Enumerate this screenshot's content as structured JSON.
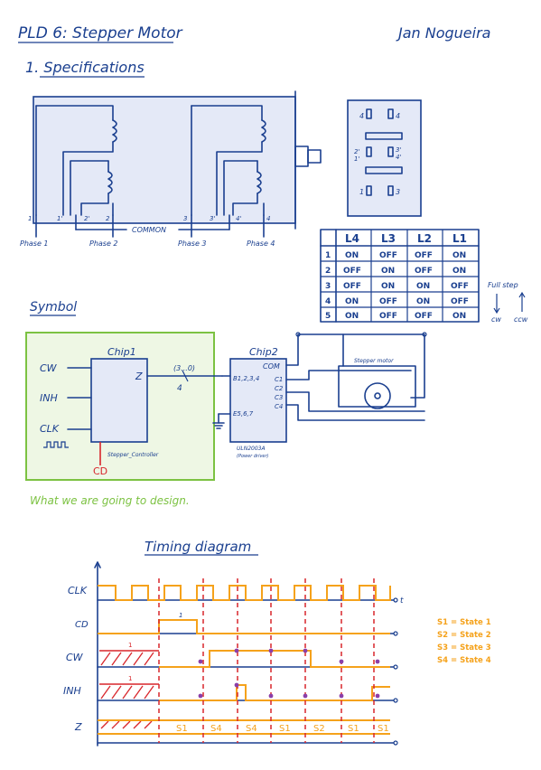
{
  "title": "PLD 6: Stepper Motor",
  "author": "Jan Nogueira",
  "section1": "1. Specifications",
  "motor": {
    "common_label": "COMMON",
    "phases": [
      "Phase 1",
      "Phase 2",
      "Phase 3",
      "Phase 4"
    ],
    "terminals": [
      "1",
      "1'",
      "2'",
      "2",
      "3",
      "3'",
      "4'",
      "4"
    ]
  },
  "pinout": {
    "pins": [
      "4",
      "4",
      "2'",
      "3'",
      "1'",
      "4'",
      "1",
      "3"
    ]
  },
  "table": {
    "headers": [
      "",
      "L4",
      "L3",
      "L2",
      "L1"
    ],
    "rows": [
      [
        "1",
        "ON",
        "OFF",
        "OFF",
        "ON"
      ],
      [
        "2",
        "OFF",
        "ON",
        "OFF",
        "ON"
      ],
      [
        "3",
        "OFF",
        "ON",
        "ON",
        "OFF"
      ],
      [
        "4",
        "ON",
        "OFF",
        "ON",
        "OFF"
      ],
      [
        "5",
        "ON",
        "OFF",
        "OFF",
        "ON"
      ]
    ],
    "side_label": "Full step",
    "cw_label": "cw",
    "ccw_label": "ccw"
  },
  "symbol": {
    "heading": "Symbol",
    "chip1": "Chip1",
    "chip2": "Chip2",
    "inputs": [
      "CW",
      "INH",
      "CLK"
    ],
    "output": "Z",
    "bus": "(3...0)",
    "bus_width": "4",
    "chip1_caption": "Stepper_Controller",
    "cd": "CD",
    "chip2_com": "COM",
    "chip2_left_top": "B1,2,3,4",
    "chip2_left_bot": "E5,6,7",
    "chip2_right": [
      "C1",
      "C2",
      "C3",
      "C4"
    ],
    "chip2_caption": "ULN2003A",
    "chip2_caption2": "(Power driver)",
    "motor_label": "Stepper motor",
    "note": "What we are going to design."
  },
  "timing": {
    "heading": "Timing diagram",
    "signals": [
      "CLK",
      "CD",
      "CW",
      "INH",
      "Z"
    ],
    "t_label": "t",
    "one": "1",
    "states": [
      "S1",
      "S4",
      "S4",
      "S1",
      "S2",
      "S1",
      "S1"
    ],
    "legend": [
      "S1 = State 1",
      "S2 = State 2",
      "S3 = State 3",
      "S4 = State 4"
    ]
  },
  "colors": {
    "ink": "#1a3f8f",
    "green": "#7cc242",
    "red": "#d8262c",
    "orange": "#f5a21b",
    "motor_fill": "#e4e9f7"
  }
}
